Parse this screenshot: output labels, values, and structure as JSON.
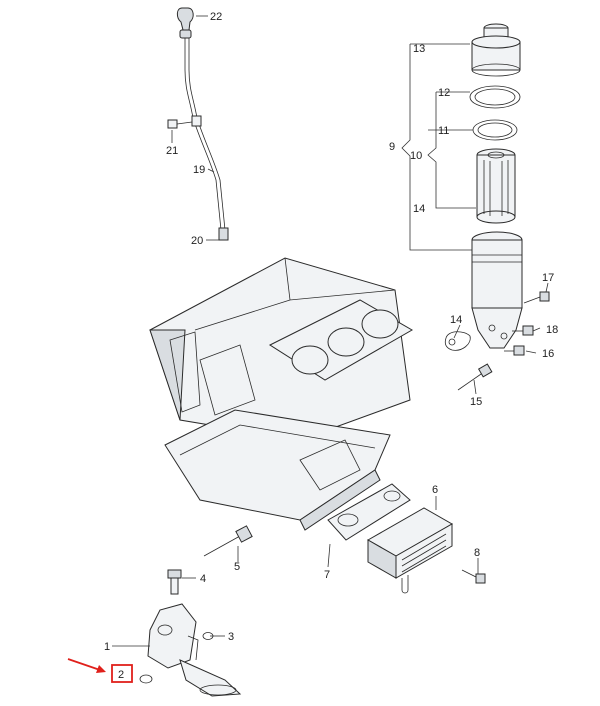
{
  "diagram": {
    "callouts": {
      "c1": "1",
      "c2": "2",
      "c3": "3",
      "c4": "4",
      "c5": "5",
      "c6": "6",
      "c7": "7",
      "c8": "8",
      "c9": "9",
      "c10": "10",
      "c11": "11",
      "c12": "12",
      "c13": "13",
      "c14a": "14",
      "c14b": "14",
      "c15": "15",
      "c16": "16",
      "c17": "17",
      "c18": "18",
      "c19": "19",
      "c20": "20",
      "c21": "21",
      "c22": "22"
    },
    "highlight": {
      "target": "2",
      "box_color": "#e0201b",
      "arrow_color": "#e0201b"
    }
  }
}
